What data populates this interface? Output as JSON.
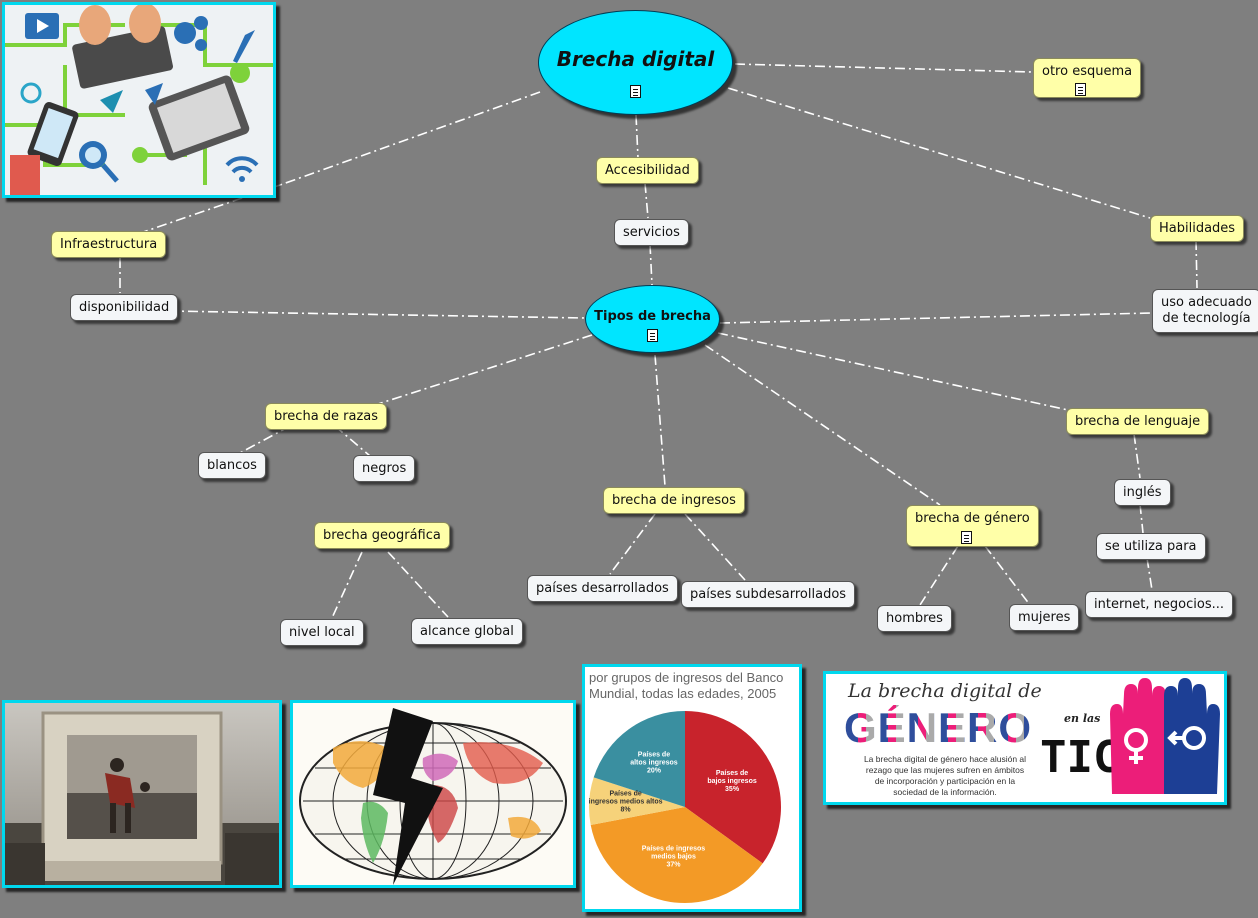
{
  "map": {
    "main_title": "Brecha digital",
    "types_title": "Tipos de brecha",
    "nodes": {
      "otro_esquema": "otro esquema",
      "accesibilidad": "Accesibilidad",
      "servicios": "servicios",
      "habilidades": "Habilidades",
      "uso_adecuado_1": "uso adecuado",
      "uso_adecuado_2": "de tecnología",
      "infraestructura": "Infraestructura",
      "disponibilidad": "disponibilidad",
      "brecha_razas": "brecha de razas",
      "blancos": "blancos",
      "negros": "negros",
      "brecha_geografica": "brecha geográfica",
      "nivel_local": "nivel local",
      "alcance_global": "alcance global",
      "brecha_ingresos": "brecha de ingresos",
      "paises_desarrollados": "países desarrollados",
      "paises_subdesarrollados": "países subdesarrollados",
      "brecha_genero": "brecha de género",
      "hombres": "hombres",
      "mujeres": "mujeres",
      "brecha_lenguaje": "brecha de lenguaje",
      "ingles": "inglés",
      "se_utiliza_para": "se utiliza para",
      "internet_negocios": "internet, negocios..."
    }
  },
  "pie_image": {
    "title_1": "por grupos de ingresos del Banco",
    "title_2": "Mundial, todas las edades, 2005",
    "slices": [
      {
        "label_1": "Países de",
        "label_2": "bajos ingresos",
        "value": 35,
        "pct": "35%",
        "color": "#c8232c"
      },
      {
        "label_1": "Países de ingresos",
        "label_2": "medios bajos",
        "value": 37,
        "pct": "37%",
        "color": "#f39a26"
      },
      {
        "label_1": "Países de",
        "label_2": "ingresos medios altos",
        "value": 8,
        "pct": "8%",
        "color": "#f6d27a"
      },
      {
        "label_1": "Países de",
        "label_2": "altos ingresos",
        "value": 20,
        "pct": "20%",
        "color": "#3a8fa0"
      }
    ]
  },
  "genero_image": {
    "script_title": "La brecha digital de",
    "big_word": "GÉNERO",
    "en_las": "en las",
    "tic": "TIC",
    "desc_1": "La brecha digital de género hace alusión al",
    "desc_2": "rezago que las mujeres sufren en ámbitos",
    "desc_3": "de incorporación y participación en la",
    "desc_4": "sociedad de la información.",
    "pink": "#ec1e79",
    "blue": "#1d3f95"
  },
  "colors": {
    "background": "#7f7f7f",
    "oval": "#00e5ff",
    "concept": "#ffffa8",
    "frame": "#00d8ee"
  }
}
